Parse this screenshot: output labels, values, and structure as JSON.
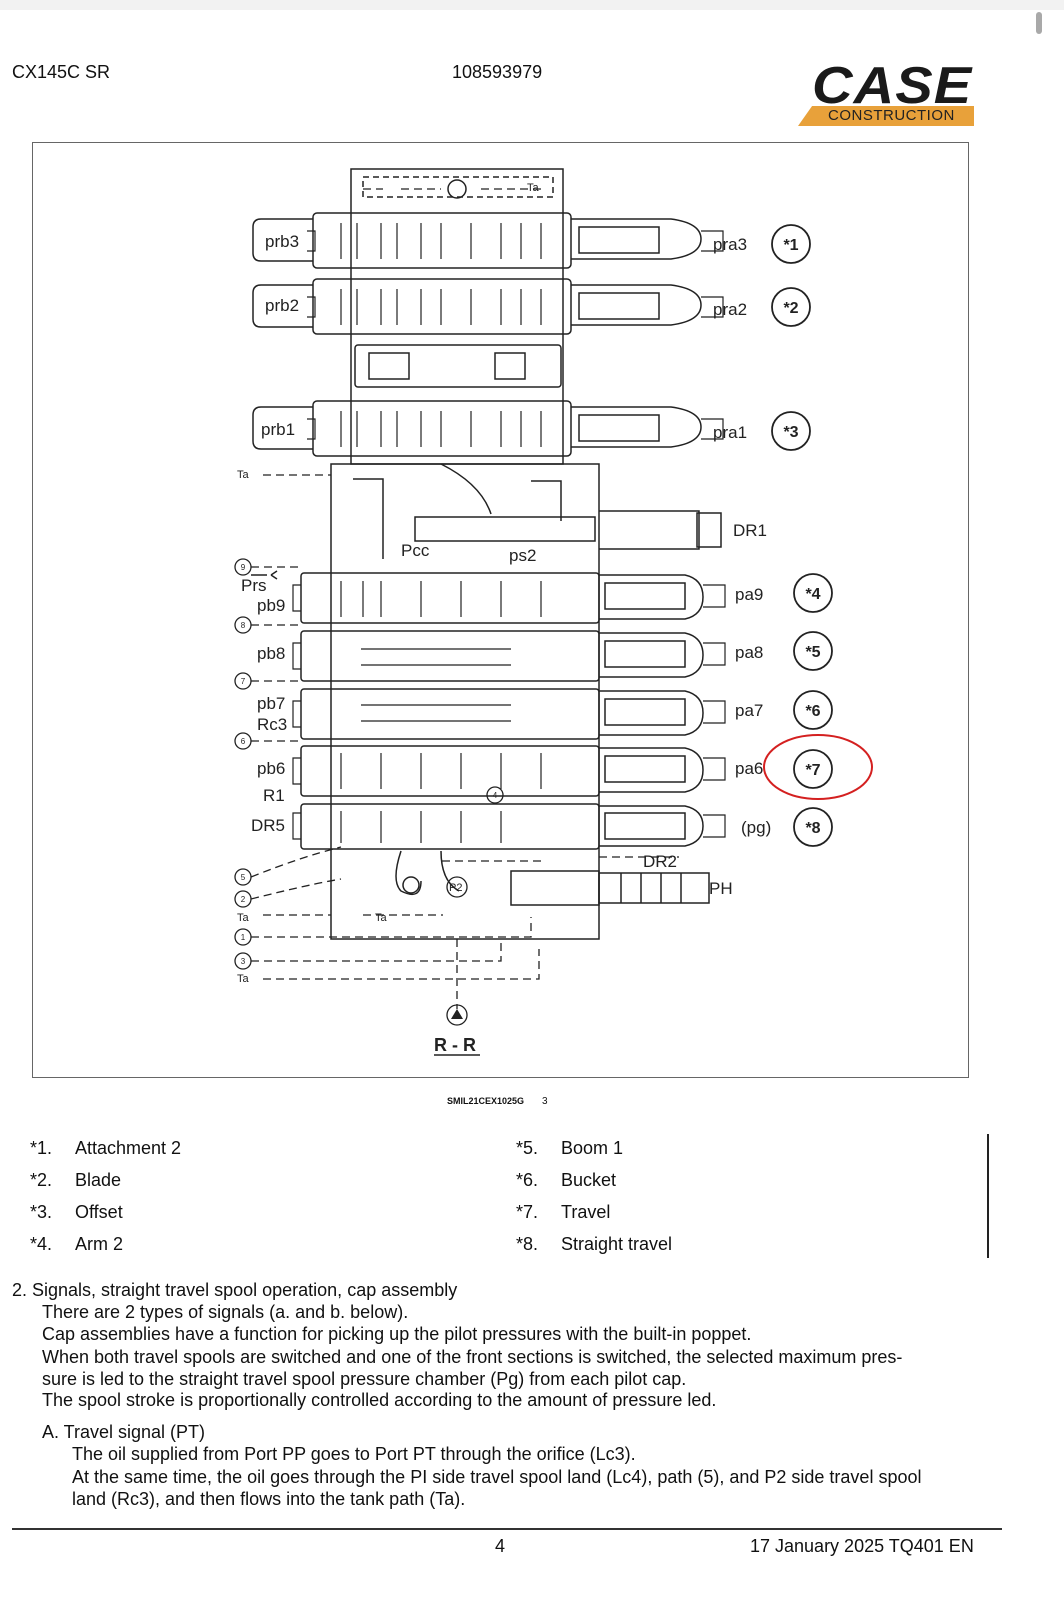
{
  "header": {
    "model": "CX145C SR",
    "doc_number": "108593979",
    "logo_word": "CASE",
    "logo_sub": "CONSTRUCTION"
  },
  "figure": {
    "code": "SMIL21CEX1025G",
    "index": "3",
    "section_label": "R - R",
    "labels": {
      "prb3": "prb3",
      "prb2": "prb2",
      "prb1": "prb1",
      "pra3": "pra3",
      "pra2": "pra2",
      "pra1": "pra1",
      "dr1": "DR1",
      "pcc": "Pcc",
      "ps2": "ps2",
      "prs": "Prs",
      "pb9": "pb9",
      "pb8": "pb8",
      "pb7": "pb7",
      "rc3": "Rc3",
      "pb6": "pb6",
      "r1": "R1",
      "dr5": "DR5",
      "pa9": "pa9",
      "pa8": "pa8",
      "pa7": "pa7",
      "pa6": "pa6",
      "pg": "(pg)",
      "dr2": "DR2",
      "ph": "PH",
      "ta": "Ta",
      "p2": "P2"
    },
    "callouts": [
      "*1",
      "*2",
      "*3",
      "*4",
      "*5",
      "*6",
      "*7",
      "*8"
    ],
    "port_numbers": [
      "9",
      "8",
      "7",
      "6",
      "5",
      "2",
      "1",
      "3",
      "4"
    ]
  },
  "legend": [
    {
      "num": "*1.",
      "text": "Attachment 2"
    },
    {
      "num": "*2.",
      "text": "Blade"
    },
    {
      "num": "*3.",
      "text": "Offset"
    },
    {
      "num": "*4.",
      "text": "Arm 2"
    },
    {
      "num": "*5.",
      "text": "Boom 1"
    },
    {
      "num": "*6.",
      "text": "Bucket"
    },
    {
      "num": "*7.",
      "text": "Travel"
    },
    {
      "num": "*8.",
      "text": "Straight travel"
    }
  ],
  "body": {
    "item_title": "2.  Signals, straight travel spool operation, cap assembly",
    "lines": [
      "There are 2 types of signals (a. and b. below).",
      "Cap assemblies have a function for picking up the pilot pressures with the built-in poppet.",
      "When both travel spools are switched and one of the front sections is switched, the selected maximum pres-",
      "sure is led to the straight travel spool pressure chamber  (Pg) from each pilot cap.",
      "The spool stroke is proportionally controlled according to the amount of pressure led."
    ],
    "sub_title": "A.  Travel signal (PT)",
    "sub_lines": [
      "The oil supplied from Port PP goes to Port PT through the orifice (Lc3).",
      "At the same time, the oil goes through the PI side travel spool land (Lc4), path (5), and P2 side travel spool",
      "land (Rc3), and then flows into the tank path (Ta)."
    ]
  },
  "footer": {
    "page": "4",
    "date_code": "17 January 2025 TQ401 EN"
  }
}
